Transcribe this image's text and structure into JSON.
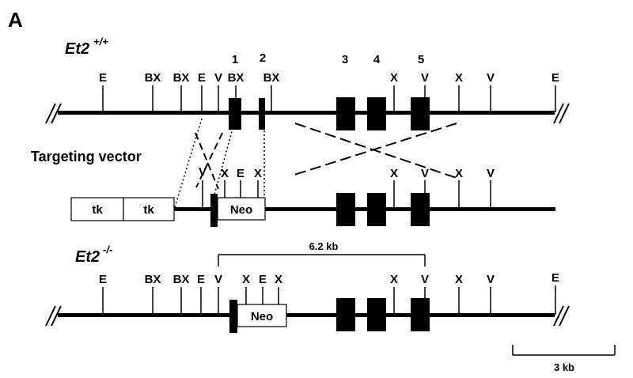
{
  "panel_label": "A",
  "wildtype": {
    "name": "Et2",
    "genotype": "+/+",
    "exon_numbers": [
      "1",
      "2",
      "3",
      "4",
      "5"
    ],
    "sites": [
      "E",
      "BX",
      "BX",
      "E",
      "V",
      "BX",
      "BX",
      "X",
      "V",
      "X",
      "V",
      "E"
    ]
  },
  "targeting_vector": {
    "title": "Targeting vector",
    "tk_labels": [
      "tk",
      "tk"
    ],
    "neo_label": "Neo",
    "sites": [
      "V",
      "X",
      "E",
      "X",
      "X",
      "V",
      "X",
      "V"
    ]
  },
  "knockout": {
    "name": "Et2",
    "genotype": "-/-",
    "fragment_label": "6.2 kb",
    "neo_label": "Neo",
    "sites": [
      "E",
      "BX",
      "BX",
      "E",
      "V",
      "X",
      "E",
      "X",
      "X",
      "V",
      "X",
      "V",
      "E"
    ]
  },
  "scale_bar": {
    "label": "3 kb"
  },
  "colors": {
    "ink": "#000000",
    "background": "#ffffff"
  }
}
